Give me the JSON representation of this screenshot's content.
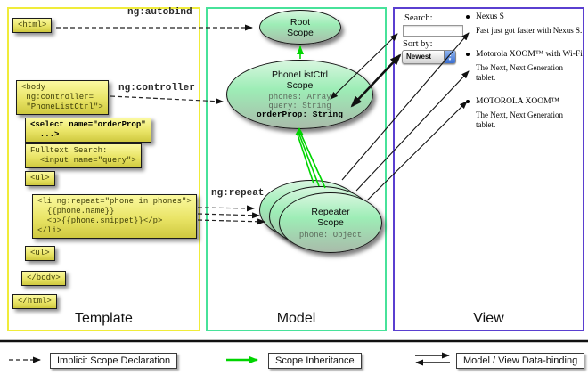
{
  "labels": {
    "template": "Template",
    "model": "Model",
    "view": "View"
  },
  "arrow_labels": {
    "autobind": "ng:autobind",
    "controller": "ng:controller",
    "repeat": "ng:repeat"
  },
  "template_code": {
    "html_open": "<html>",
    "body_open": "<body\n ng:controller=\n \"PhoneListCtrl\">",
    "select": "<select name=\"orderProp\"\n  ...>",
    "fulltext": "Fulltext Search:\n  <input name=\"query\">",
    "ul_open": "<ul>",
    "li_repeat": "<li ng:repeat=\"phone in phones\">\n  {{phone.name}}\n  <p>{{phone.snippet}}</p>\n</li>",
    "ul_close": "<ul>",
    "body_close": "</body>",
    "html_close": "</html>"
  },
  "scopes": {
    "root": {
      "line1": "Root",
      "line2": "Scope"
    },
    "phonelist": {
      "line1": "PhoneListCtrl",
      "line2": "Scope",
      "prop1": "phones: Array",
      "prop2": "query: String",
      "prop3": "orderProp: String"
    },
    "repeater": {
      "line1": "Repeater",
      "line2": "Scope",
      "prop1": "phone: Object"
    }
  },
  "view": {
    "search_label": "Search:",
    "search_value": "",
    "sort_label": "Sort by:",
    "sort_value": "Newest",
    "items": [
      {
        "title": "Nexus S",
        "desc": "Fast just got faster with Nexus S."
      },
      {
        "title": "Motorola XOOM™ with Wi-Fi",
        "desc": "The Next, Next Generation tablet."
      },
      {
        "title": "MOTOROLA XOOM™",
        "desc": "The Next, Next Generation tablet."
      }
    ]
  },
  "legend": {
    "implicit": "Implicit Scope Declaration",
    "inheritance": "Scope Inheritance",
    "databinding": "Model / View Data-binding"
  },
  "icons": {
    "stepper_up": "▲",
    "stepper_down": "▼"
  },
  "colors": {
    "template_border": "#f0ec3a",
    "model_border": "#47e29a",
    "view_border": "#5a3fd0",
    "scope_green_top": "#d8f6df",
    "scope_green_bottom": "#a9bbaa",
    "code_box_yellow": "#e9e466",
    "inheritance_arrow": "#00d400"
  }
}
